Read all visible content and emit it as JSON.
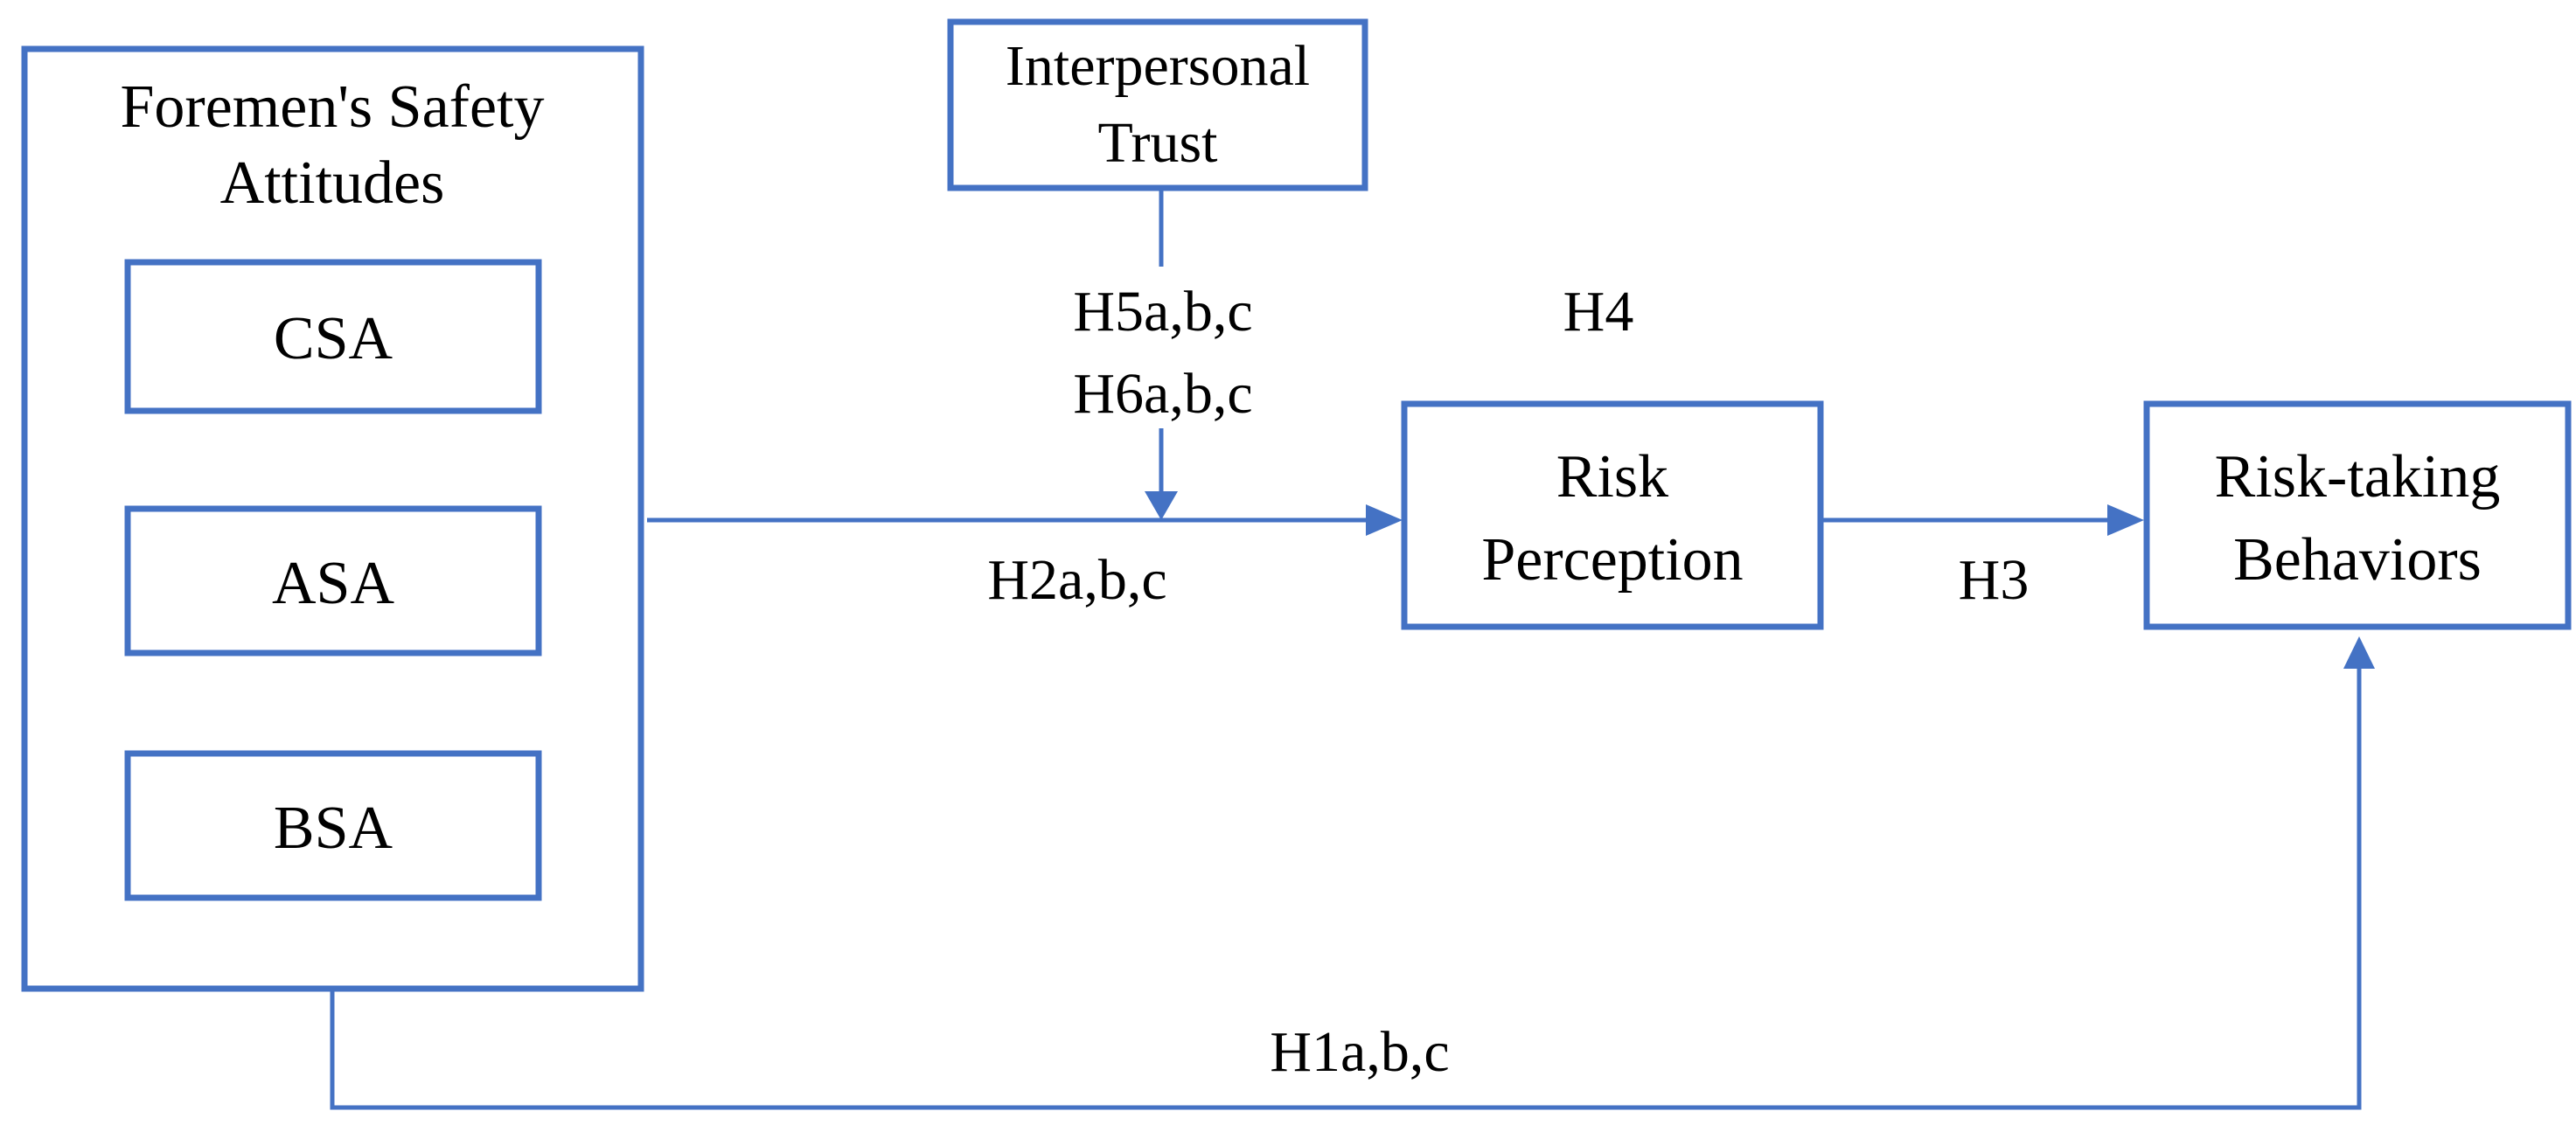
{
  "colors": {
    "stroke": "#4472C4",
    "text": "#000000",
    "background": "#ffffff"
  },
  "nodes": {
    "foremen_attitudes": {
      "line1": "Foremen's Safety",
      "line2": "Attitudes"
    },
    "csa": {
      "label": "CSA"
    },
    "asa": {
      "label": "ASA"
    },
    "bsa": {
      "label": "BSA"
    },
    "interpersonal_trust": {
      "line1": "Interpersonal",
      "line2": "Trust"
    },
    "risk_perception": {
      "line1": "Risk",
      "line2": "Perception"
    },
    "risk_taking": {
      "line1": "Risk-taking",
      "line2": "Behaviors"
    }
  },
  "edges": {
    "h1": "H1a,b,c",
    "h2": "H2a,b,c",
    "h3": "H3",
    "h4": "H4",
    "h5": "H5a,b,c",
    "h6": "H6a,b,c"
  }
}
